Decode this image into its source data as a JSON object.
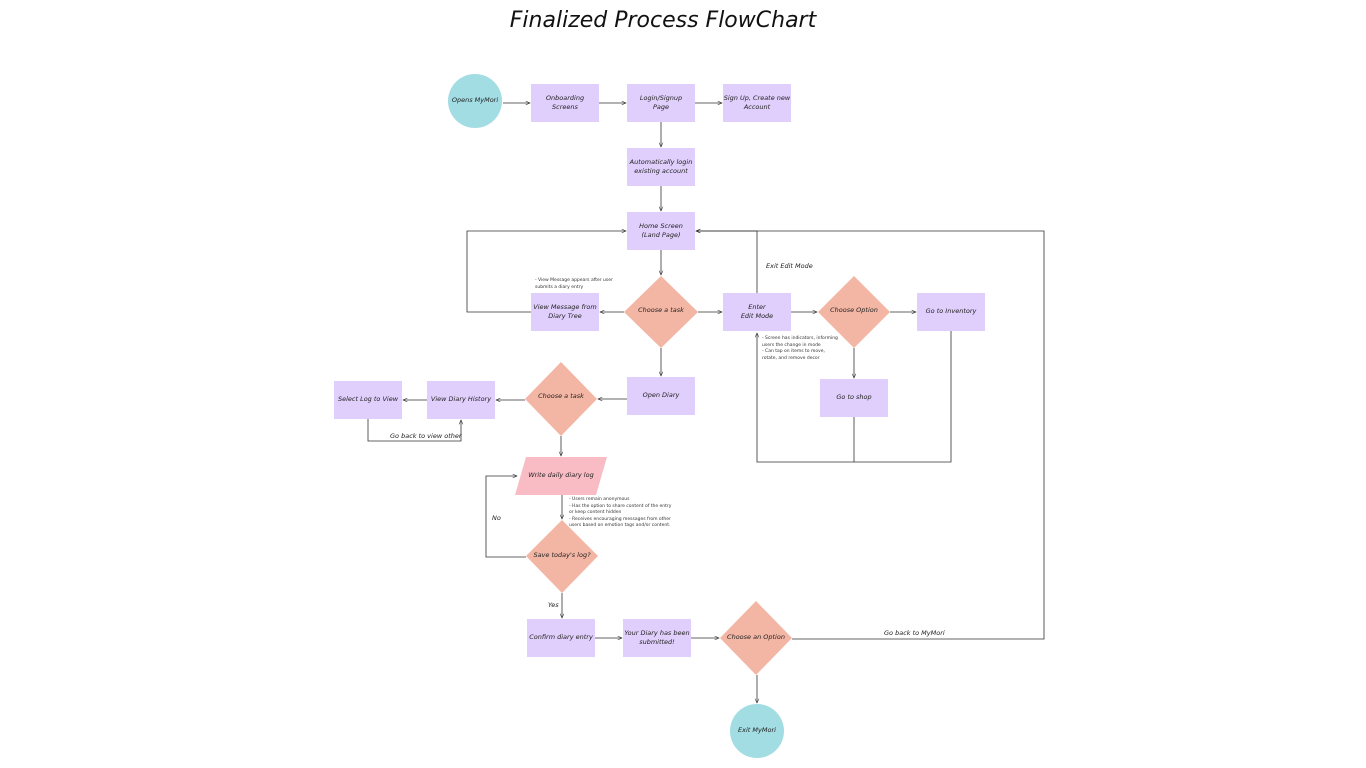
{
  "title": "Finalized Process FlowChart",
  "colors": {
    "rect": "#e0cffc",
    "diamond": "#f4b6a4",
    "circle": "#a2dde4",
    "parallelogram": "#f9bcc4",
    "line": "#333333"
  },
  "nodes": {
    "opens": "Opens MyMori",
    "onboarding": "Onboarding\nScreens",
    "login": "Login/Signup\nPage",
    "signup": "Sign Up, Create new\nAccount",
    "autologin": "Automatically login\nexisting account",
    "home": "Home Screen\n(Land Page)",
    "task1": "Choose a task",
    "viewmsg": "View Message from\nDiary Tree",
    "editmode": "Enter\nEdit Mode",
    "option1": "Choose Option",
    "inventory": "Go to Inventory",
    "shop": "Go to shop",
    "opendiary": "Open Diary",
    "task2": "Choose a task",
    "history": "View Diary History",
    "selectlog": "Select Log to View",
    "write": "Write daily diary log",
    "save": "Save today's log?",
    "confirm": "Confirm diary entry",
    "submitted": "Your Diary has been\nsubmitted!",
    "option2": "Choose an Option",
    "exit": "Exit MyMori"
  },
  "edge_labels": {
    "exit_edit": "Exit Edit Mode",
    "go_back_view": "Go back to view other",
    "no": "No",
    "yes": "Yes",
    "go_back_mymori": "Go back to MyMori"
  },
  "notes": {
    "message": [
      "- View Message appears after user",
      "  submits a diary entry"
    ],
    "edit": [
      "- Screen has indicators, informing",
      "  users the change in mode",
      "- Can tap on items to move,",
      "  rotate, and remove decor"
    ],
    "diary": [
      "- Users remain anonymous",
      "- Has the option to share content of the entry",
      "  or keep content hidden",
      "- Receives encouraging messages from other",
      "  users based on emotion tags and/or content."
    ]
  }
}
